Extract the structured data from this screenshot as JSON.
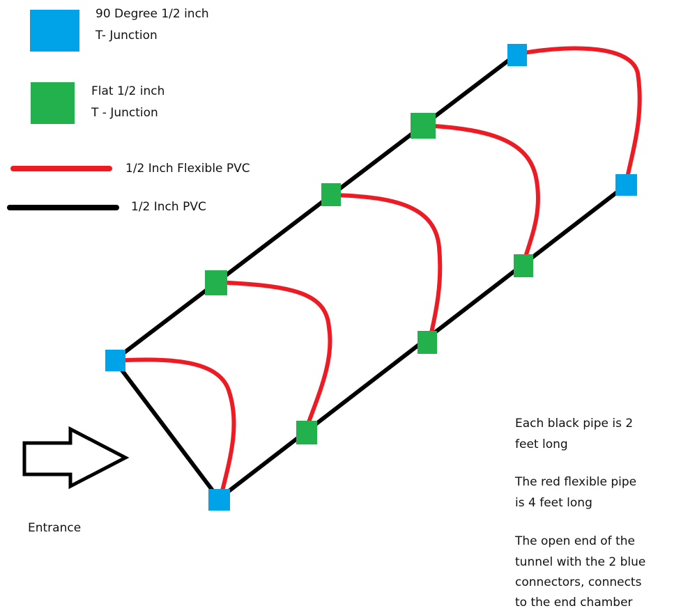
{
  "legend": {
    "blue_label_line1": "90 Degree 1/2 inch",
    "blue_label_line2": "T- Junction",
    "green_label_line1": "Flat 1/2 inch",
    "green_label_line2": "T - Junction",
    "red_label": "1/2 Inch Flexible PVC",
    "black_label": "1/2 Inch PVC"
  },
  "entrance_label": "Entrance",
  "notes": {
    "note1_line1": "Each black pipe is 2",
    "note1_line2": "feet long",
    "note2_line1": "The red flexible pipe",
    "note2_line2": "is 4 feet long",
    "note3_line1": "The open end of the",
    "note3_line2": "tunnel with the 2 blue",
    "note3_line3": "connectors, connects",
    "note3_line4": "to the end chamber"
  },
  "colors": {
    "blue_junction": "#00A2E8",
    "green_junction": "#22B14C",
    "flexible_pvc": "#ED1C24",
    "pvc": "#000000",
    "background": "#FFFFFF"
  },
  "icons": {
    "entrance_arrow": "right-arrow-outline-icon"
  }
}
